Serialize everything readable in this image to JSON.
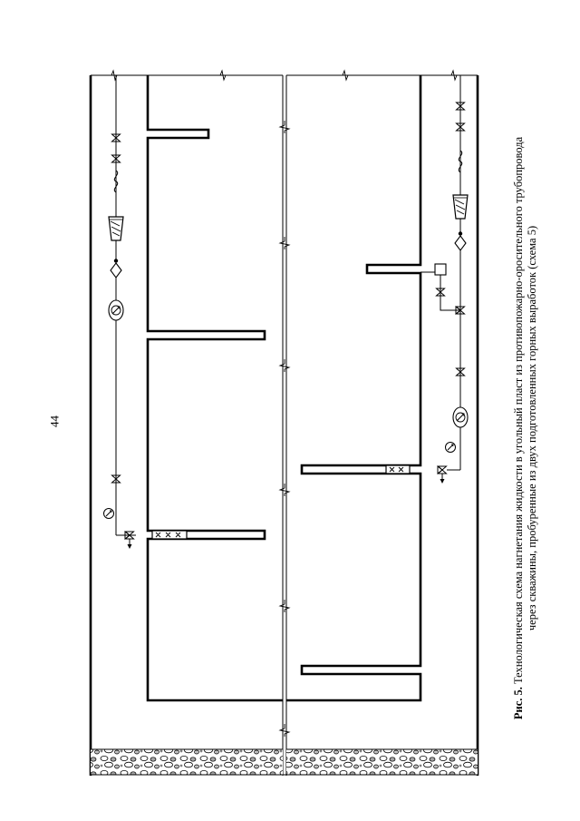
{
  "page": {
    "number": "44"
  },
  "figure": {
    "caption_label": "Рис. 5.",
    "caption_line1": "Технологическая схема нагнетания жидкости в угольный пласт из противопожарно-оросительного трубопровода",
    "caption_line2": "через скважины, пробуренные из двух подготовленных горных выработок (схема 5)"
  },
  "colors": {
    "ink": "#000000",
    "paper": "#ffffff",
    "rock": "#9a9a9a"
  },
  "icons": [
    "valve-icon",
    "flexible-hose-icon",
    "filter-icon",
    "check-valve-icon",
    "flow-meter-icon",
    "pressure-gauge-icon",
    "hydraulic-packer-icon",
    "tank-icon",
    "drainage-arrow-icon",
    "break-mark-icon"
  ]
}
